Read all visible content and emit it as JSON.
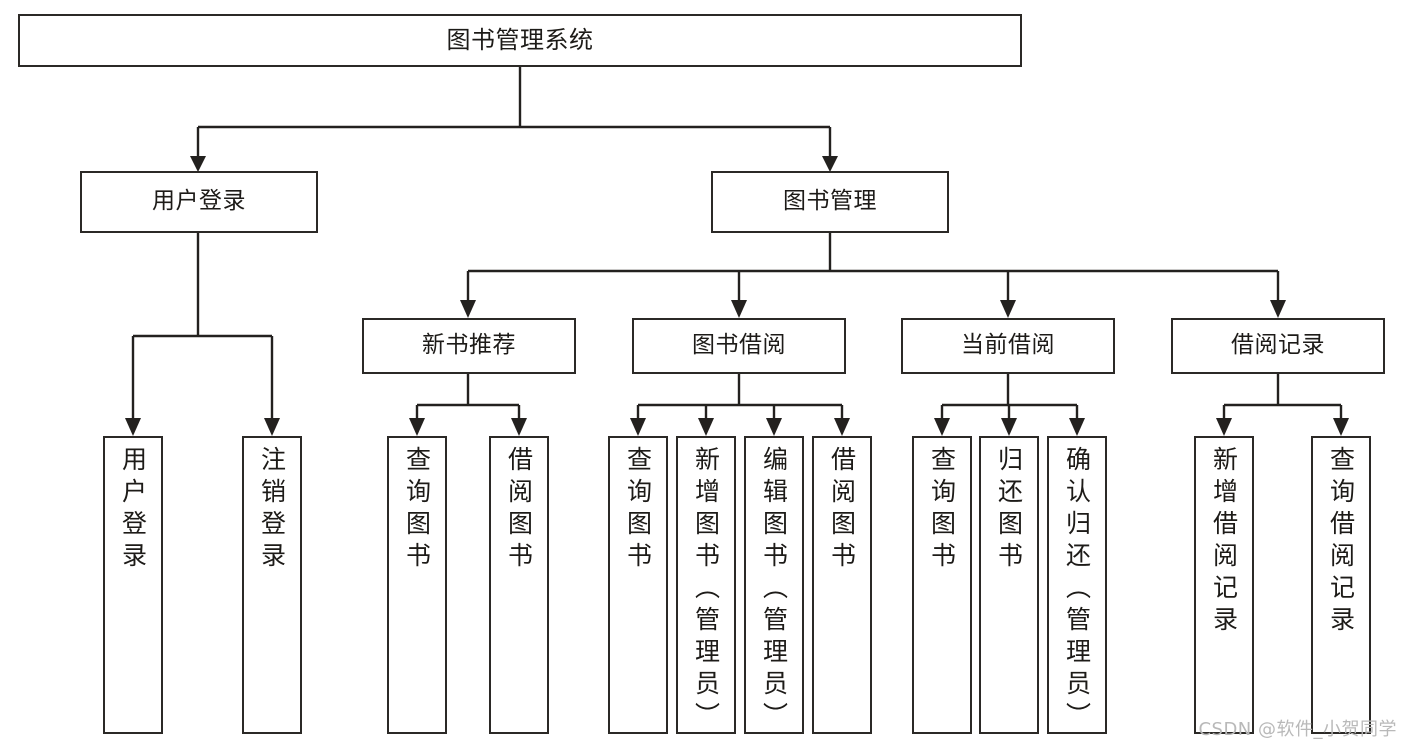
{
  "diagram": {
    "title": "图书管理系统",
    "type": "tree-hierarchy",
    "root": {
      "label": "图书管理系统"
    },
    "level2": [
      {
        "label": "用户登录"
      },
      {
        "label": "图书管理"
      }
    ],
    "level3": [
      {
        "label": "新书推荐"
      },
      {
        "label": "图书借阅"
      },
      {
        "label": "当前借阅"
      },
      {
        "label": "借阅记录"
      }
    ],
    "leaves_user_login": [
      {
        "label": "用户登录"
      },
      {
        "label": "注销登录"
      }
    ],
    "leaves_new_book": [
      {
        "label": "查询图书"
      },
      {
        "label": "借阅图书"
      }
    ],
    "leaves_borrow": [
      {
        "label": "查询图书"
      },
      {
        "label": "新增图书（管理员）"
      },
      {
        "label": "编辑图书（管理员）"
      },
      {
        "label": "借阅图书"
      }
    ],
    "leaves_current": [
      {
        "label": "查询图书"
      },
      {
        "label": "归还图书"
      },
      {
        "label": "确认归还（管理员）"
      }
    ],
    "leaves_records": [
      {
        "label": "新增借阅记录"
      },
      {
        "label": "查询借阅记录"
      }
    ]
  },
  "watermark": {
    "text": "CSDN @软件_小贺同学"
  },
  "colors": {
    "stroke": "#2b2926",
    "background": "#ffffff",
    "text": "#1d1b18",
    "watermark": "#b9b9b9"
  }
}
